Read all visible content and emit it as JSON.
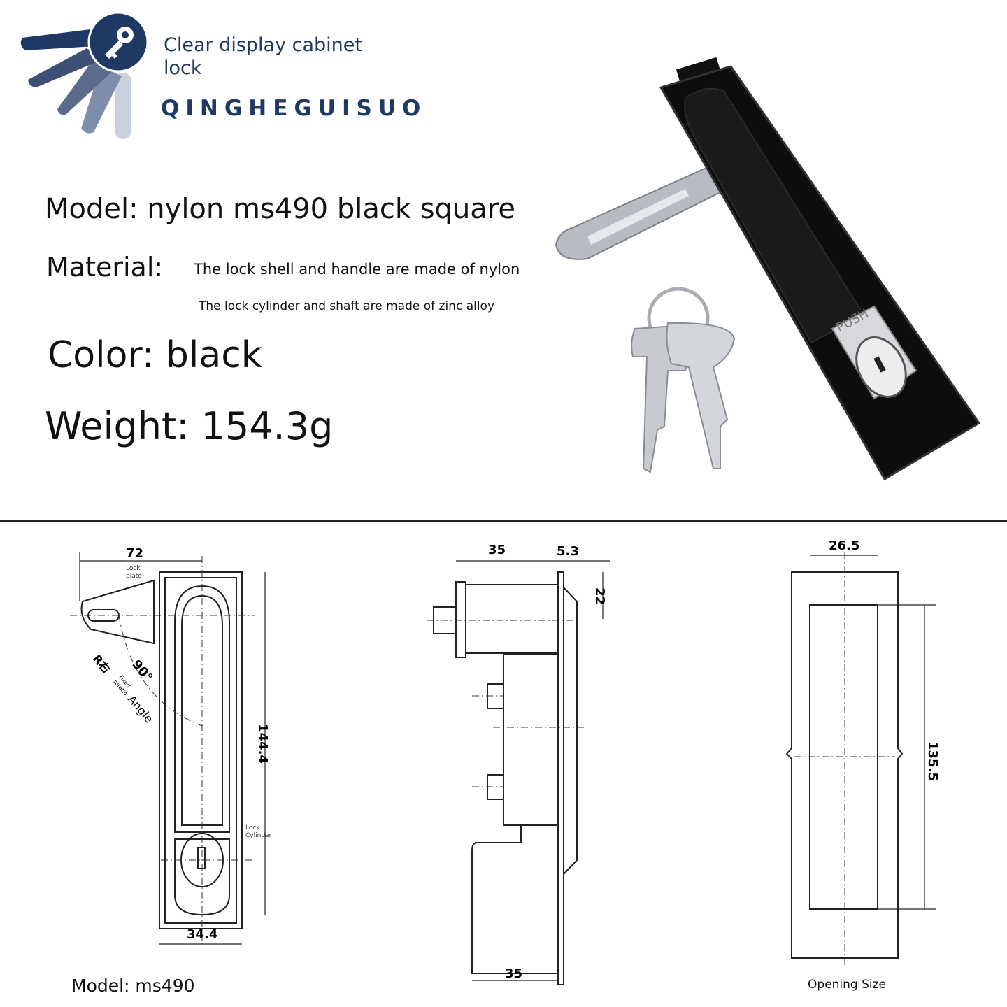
{
  "brand": {
    "tagline_line1": "Clear display cabinet",
    "tagline_line2": "lock",
    "name": "QINGHEGUISUO",
    "colors": {
      "navy": "#1f3864",
      "slate": "#5a6b8c",
      "light": "#c9d1dd"
    }
  },
  "specs": {
    "model": "Model: nylon ms490 black square",
    "material_label": "Material:",
    "material_line1": "The lock shell and handle are made of nylon",
    "material_line2": "The lock cylinder and shaft are made of zinc alloy",
    "color": "Color: black",
    "weight": "Weight: 154.3g"
  },
  "photo": {
    "push_label": "PUSH"
  },
  "drawings": {
    "front": {
      "dim_top": "72",
      "dim_height": "144.4",
      "dim_bottom": "34.4",
      "label_lock_plate_1": "Lock",
      "label_lock_plate_2": "plate",
      "label_angle": "90°",
      "label_rotation_1": "R右",
      "label_rotation_2": "Fixed",
      "label_rotation_3": "rotatio",
      "label_rotation_4": "Angle",
      "label_cylinder_1": "Lock",
      "label_cylinder_2": "Cylinder"
    },
    "side": {
      "dim_top_left": "35",
      "dim_top_right": "5.3",
      "dim_right": "22",
      "dim_bottom": "35"
    },
    "opening": {
      "dim_top": "26.5",
      "dim_height": "135.5"
    }
  },
  "captions": {
    "model": "Model: ms490",
    "opening": "Opening Size"
  }
}
